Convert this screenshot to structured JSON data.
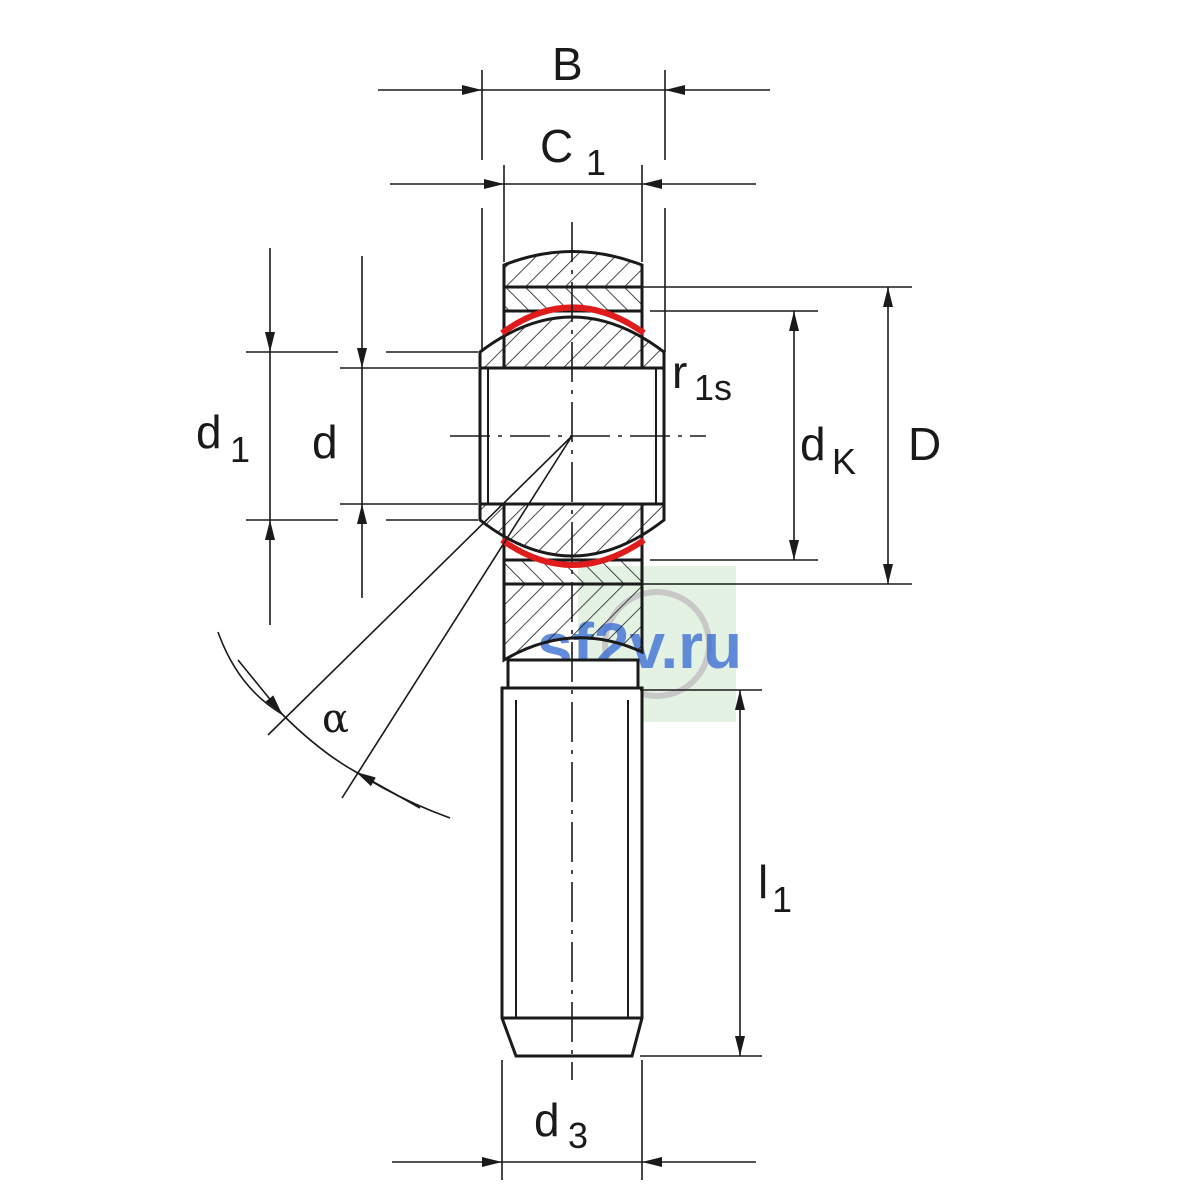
{
  "labels": {
    "B": "B",
    "C": "C",
    "C_sub": "1",
    "d1": "d",
    "d1_sub": "1",
    "d": "d",
    "r": "r",
    "r_sub": "1s",
    "dk": "d",
    "dk_sub": "K",
    "D": "D",
    "alpha": "α",
    "l": "l",
    "l_sub": "1",
    "d3": "d",
    "d3_sub": "3"
  },
  "watermark": "sf2v.ru",
  "colors": {
    "line": "#1a1a1a",
    "seal": "#e01b1b",
    "watermark_text": "#3d6fd4",
    "watermark_bg": "#e4f2e4"
  }
}
